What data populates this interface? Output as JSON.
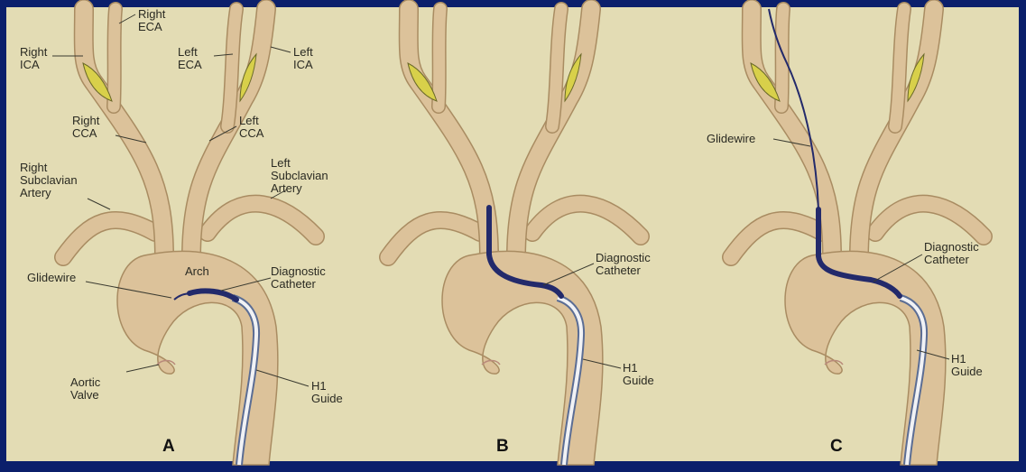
{
  "colors": {
    "border": "#0b1f6b",
    "background": "#e3dcb4",
    "vessel_fill": "#dcc29a",
    "vessel_edge": "#a98c62",
    "plaque": "#d8d04a",
    "catheter": "#232a6b",
    "guide": "#5b6d94"
  },
  "panels": [
    {
      "letter": "A",
      "labels": {
        "right_eca": "Right ECA",
        "right_ica": "Right ICA",
        "left_eca": "Left ECA",
        "left_ica": "Left ICA",
        "right_cca": "Right CCA",
        "left_cca": "Left CCA",
        "right_subclavian": "Right Subclavian Artery",
        "left_subclavian": "Left Subclavian Artery",
        "arch": "Arch",
        "glidewire": "Glidewire",
        "diagnostic_catheter": "Diagnostic Catheter",
        "aortic_valve": "Aortic Valve",
        "h1_guide": "H1 Guide"
      }
    },
    {
      "letter": "B",
      "labels": {
        "diagnostic_catheter": "Diagnostic Catheter",
        "h1_guide": "H1 Guide"
      }
    },
    {
      "letter": "C",
      "labels": {
        "glidewire": "Glidewire",
        "diagnostic_catheter": "Diagnostic Catheter",
        "h1_guide": "H1 Guide"
      }
    }
  ]
}
